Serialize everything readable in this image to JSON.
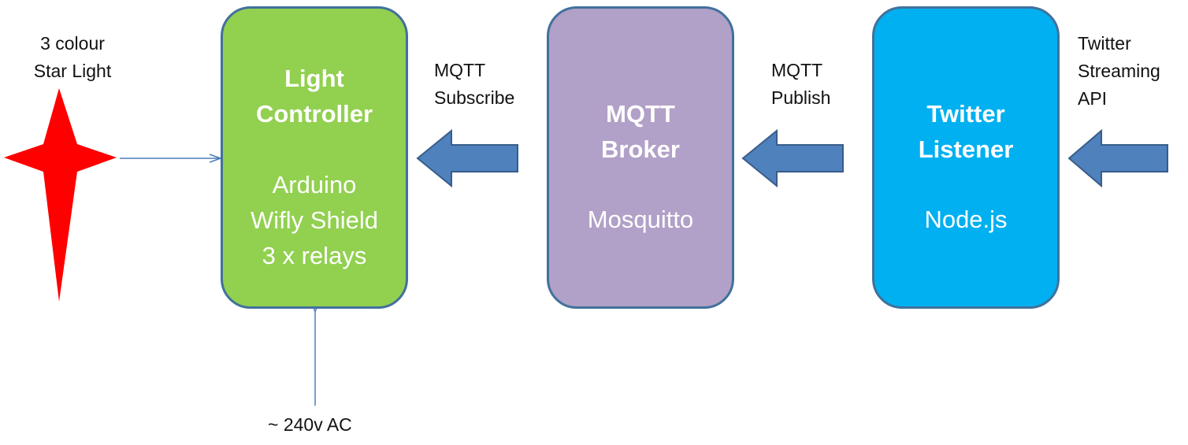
{
  "star": {
    "label": "3 colour\nStar Light",
    "color": "#ff0000"
  },
  "controller": {
    "title": "Light\nController",
    "details": "Arduino\nWifly Shield\n3 x relays",
    "fill": "#92d050"
  },
  "broker": {
    "title": "MQTT\nBroker",
    "details": "Mosquitto",
    "fill": "#b1a0c7"
  },
  "listener": {
    "title": "Twitter\nListener",
    "details": "Node.js",
    "fill": "#00b0f0"
  },
  "connections": {
    "subscribe_label": "MQTT\nSubscribe",
    "publish_label": "MQTT\nPublish",
    "twitter_source_label": "Twitter\nStreaming\n API",
    "power_label": "~ 240v AC"
  },
  "colors": {
    "box_border": "#41719c",
    "block_arrow": "#4f81bd",
    "thin_arrow": "#4a7ebb"
  }
}
